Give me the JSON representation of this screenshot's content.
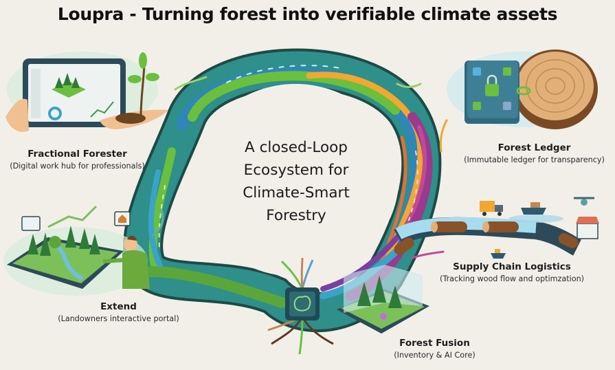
{
  "header": {
    "title": "Loupra - Turning forest into verifiable climate assets"
  },
  "center": {
    "lines": [
      "A closed-Loop",
      "Ecosystem for",
      "Climate-Smart",
      "Forestry"
    ]
  },
  "nodes": [
    {
      "id": "fractional-forester",
      "name": "Fractional Forester",
      "description": "(Digital work hub for professionals)",
      "icon": "tablet-dashboard-with-seedling-icon"
    },
    {
      "id": "forest-ledger",
      "name": "Forest Ledger",
      "description": "(Immutable ledger for transparency)",
      "icon": "blockchain-lock-tree-stump-icon"
    },
    {
      "id": "supply-chain-logistics",
      "name": "Supply Chain Logistics",
      "description": "(Tracking wood flow and optimzation)",
      "icon": "logs-truck-ship-drone-shop-icon"
    },
    {
      "id": "forest-fusion",
      "name": "Forest Fusion",
      "description": "(Inventory & AI Core)",
      "icon": "ai-chip-brain-roots-icon"
    },
    {
      "id": "extend",
      "name": "Extend",
      "description": "(Landowners interactive portal)",
      "icon": "tablet-forest-map-person-icon"
    }
  ],
  "colors": {
    "background": "#f2efe9",
    "green": "#5aa63a",
    "teal": "#2f8f8a",
    "blue": "#2f86b8",
    "orange": "#f0a830",
    "purple": "#9a3a8c",
    "magenta": "#c04a9a",
    "wood": "#a0683a"
  }
}
